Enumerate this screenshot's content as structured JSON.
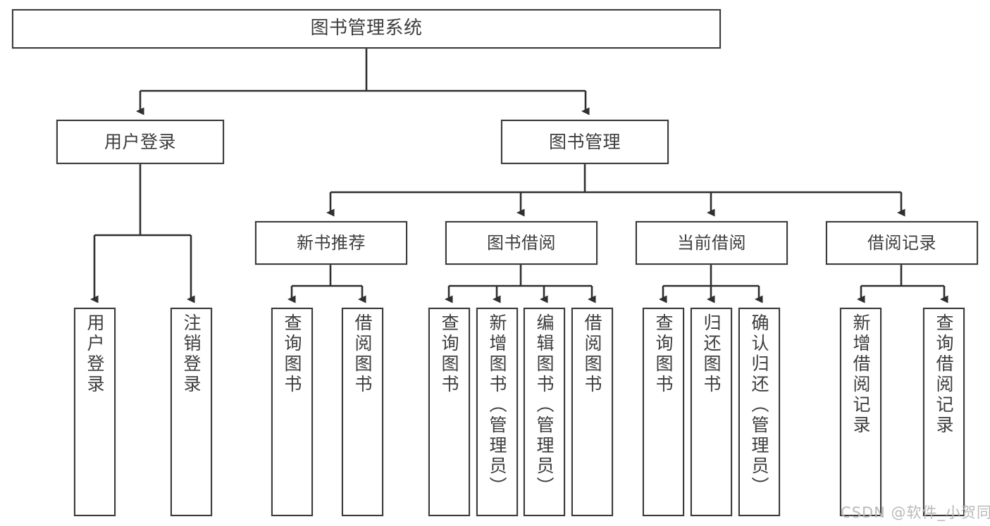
{
  "diagram": {
    "title": "图书管理系统",
    "type": "功能结构图",
    "watermark": "CSDN @软件_小贺同学",
    "colors": {
      "box_border": "#3b3b3b",
      "box_fill": "#ffffff",
      "text": "#3d3d3d",
      "connector": "#2f2f2f",
      "watermark": "#b9b9b9",
      "background": "#ffffff"
    },
    "root": {
      "label": "图书管理系统"
    },
    "level2": [
      {
        "id": "user-login",
        "label": "用户登录"
      },
      {
        "id": "book-management",
        "label": "图书管理"
      }
    ],
    "level3": [
      {
        "id": "new-book-recommend",
        "label": "新书推荐"
      },
      {
        "id": "book-borrow",
        "label": "图书借阅"
      },
      {
        "id": "current-borrow",
        "label": "当前借阅"
      },
      {
        "id": "borrow-record",
        "label": "借阅记录"
      }
    ],
    "leaves": {
      "user-login": [
        {
          "id": "leaf-user-login",
          "label": "用户登录"
        },
        {
          "id": "leaf-logout-login",
          "label": "注销登录"
        }
      ],
      "new-book-recommend": [
        {
          "id": "leaf-query-book-1",
          "label": "查询图书"
        },
        {
          "id": "leaf-borrow-book-1",
          "label": "借阅图书"
        }
      ],
      "book-borrow": [
        {
          "id": "leaf-query-book-2",
          "label": "查询图书"
        },
        {
          "id": "leaf-add-book",
          "label": "新增图书（管理员）"
        },
        {
          "id": "leaf-edit-book",
          "label": "编辑图书（管理员）"
        },
        {
          "id": "leaf-borrow-book-2",
          "label": "借阅图书"
        }
      ],
      "current-borrow": [
        {
          "id": "leaf-query-book-3",
          "label": "查询图书"
        },
        {
          "id": "leaf-return-book",
          "label": "归还图书"
        },
        {
          "id": "leaf-confirm-return",
          "label": "确认归还（管理员）"
        }
      ],
      "borrow-record": [
        {
          "id": "leaf-add-record",
          "label": "新增借阅记录"
        },
        {
          "id": "leaf-query-record",
          "label": "查询借阅记录"
        }
      ]
    }
  }
}
